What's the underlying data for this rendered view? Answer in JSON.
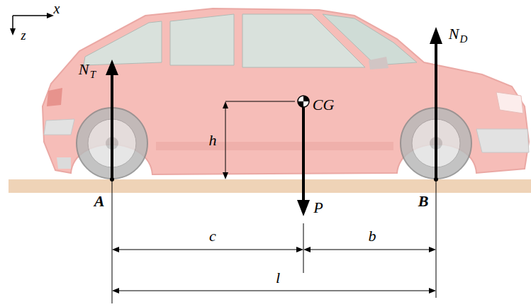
{
  "diagram": {
    "labels": [
      "x",
      "z",
      "N",
      "T",
      "CG",
      "h",
      "N",
      "D",
      "A",
      "P",
      "B",
      "c",
      "b",
      "l"
    ]
  }
}
